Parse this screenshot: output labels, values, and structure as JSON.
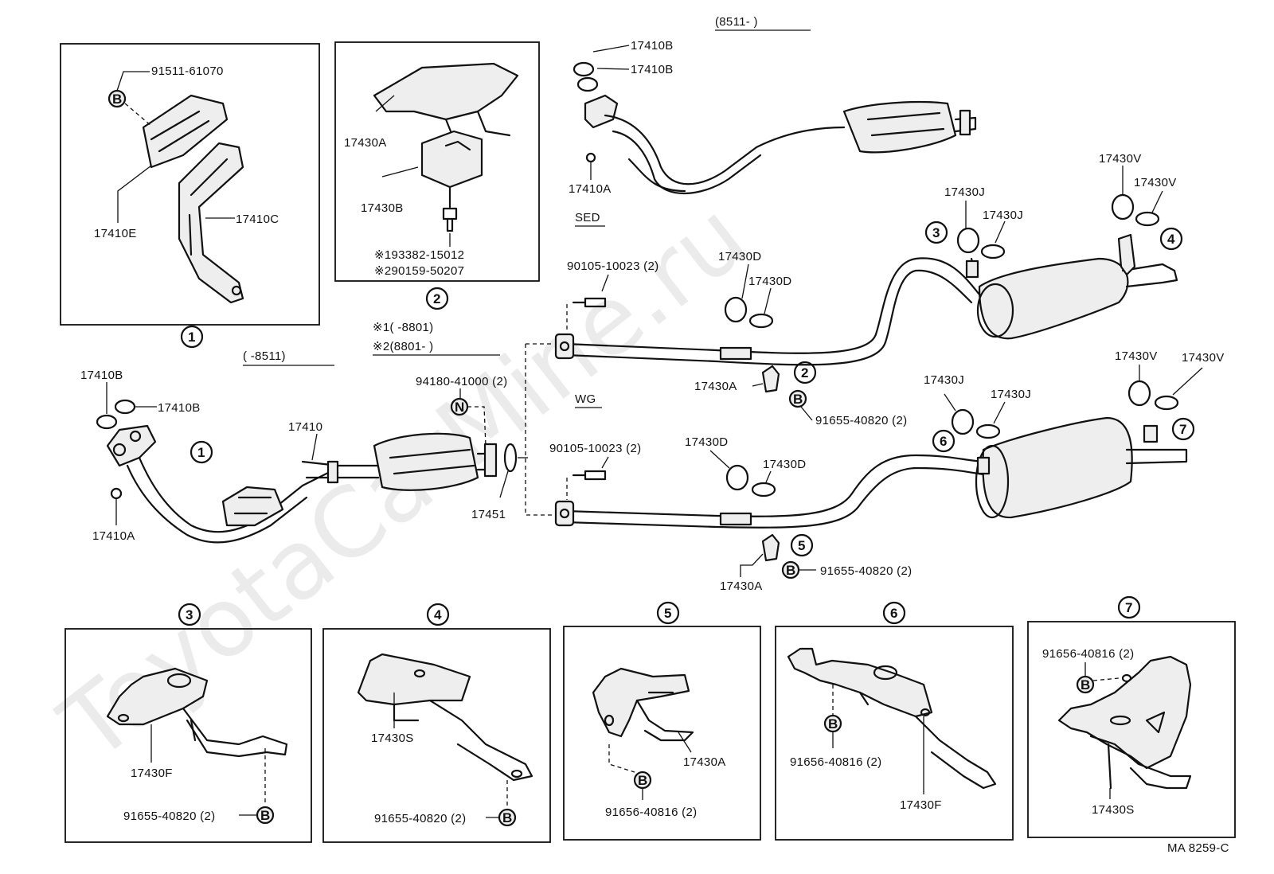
{
  "watermark": "ToyotaCarMine.ru",
  "headers": {
    "top_range": "(8511-        )",
    "left_range": "(        -8511)",
    "note1": "※1(        -8801)",
    "note2": "※2(8801-        )",
    "sed": "SED",
    "wg": "WG",
    "ref": "MA 8259-C"
  },
  "circled": [
    "1",
    "2",
    "3",
    "4",
    "5",
    "6",
    "7"
  ],
  "bolt_letters": {
    "B": "B",
    "N": "N"
  },
  "labels": {
    "p91511_61070": "91511-61070",
    "p17410E": "17410E",
    "p17410C": "17410C",
    "p17430A_box2": "17430A",
    "p17430B": "17430B",
    "p93382": "※193382-15012",
    "p90159": "※290159-50207",
    "p17410B_a": "17410B",
    "p17410B_b": "17410B",
    "p17410A_top": "17410A",
    "p17430J_1": "17430J",
    "p17430J_2": "17430J",
    "p17430V_1": "17430V",
    "p17430V_2": "17430V",
    "p17430D_1": "17430D",
    "p17430D_2": "17430D",
    "p90105_sed": "90105-10023 (2)",
    "p17430A_sed": "17430A",
    "p91655_sed": "91655-40820 (2)",
    "p17410B_c": "17410B",
    "p17410B_d": "17410B",
    "p17410": "17410",
    "p17410A_left": "17410A",
    "p94180": "94180-41000 (2)",
    "p17451": "17451",
    "p90105_wg": "90105-10023 (2)",
    "p17430D_3": "17430D",
    "p17430D_4": "17430D",
    "p17430J_3": "17430J",
    "p17430J_4": "17430J",
    "p17430V_3": "17430V",
    "p17430V_4": "17430V",
    "p17430A_wg": "17430A",
    "p91655_wg": "91655-40820 (2)",
    "p17430F_3": "17430F",
    "p91655_b3": "91655-40820 (2)",
    "p17430S_4": "17430S",
    "p91655_b4": "91655-40820 (2)",
    "p17430A_5": "17430A",
    "p91656_b5": "91656-40816 (2)",
    "p91656_b6": "91656-40816 (2)",
    "p17430F_6": "17430F",
    "p91656_b7": "91656-40816 (2)",
    "p17430S_7": "17430S"
  }
}
